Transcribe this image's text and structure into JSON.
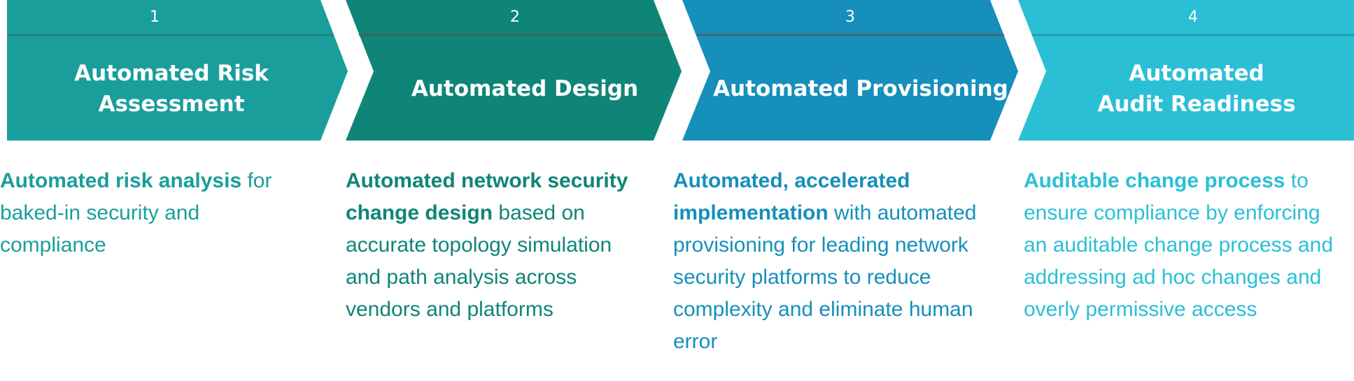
{
  "steps": [
    {
      "number": "1",
      "title": "Automated Risk\nAssessment",
      "color": "#1a9e9b",
      "desc_bold": "Automated risk analysis",
      "desc_rest": " for baked-in security and compliance"
    },
    {
      "number": "2",
      "title": "Automated Design",
      "color": "#0f8577",
      "desc_bold": "Automated network security change design",
      "desc_rest": " based on accurate topology simulation and path analysis across vendors and platforms"
    },
    {
      "number": "3",
      "title": "Automated Provisioning",
      "color": "#168fbb",
      "desc_bold": "Automated, accelerated implementation",
      "desc_rest": " with automated provisioning for leading network security platforms to reduce complexity and eliminate human error"
    },
    {
      "number": "4",
      "title": "Automated\nAudit Readiness",
      "color": "#2bbfd6",
      "desc_bold": "Auditable change process",
      "desc_rest": " to ensure compliance by enforcing an auditable change process and addressing ad hoc changes and overly permissive access"
    }
  ]
}
